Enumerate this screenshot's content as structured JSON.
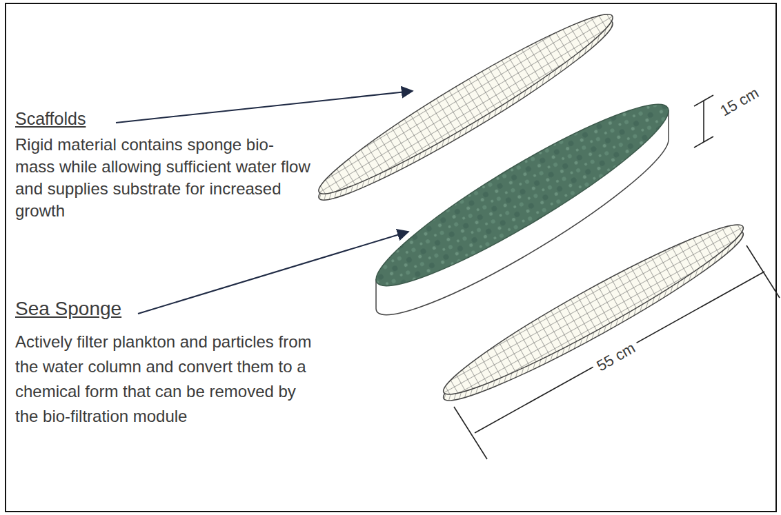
{
  "diagram": {
    "labels": [
      "Scaffolds",
      "Rigid material contains sponge bio-mass while allowing sufficient water flow and supplies substrate for increased growth",
      "Sea Sponge",
      "Actively filter plankton and particles from the water column and convert them to a chemical form that can be removed by the bio-filtration module",
      "15 cm",
      "55 cm"
    ]
  }
}
